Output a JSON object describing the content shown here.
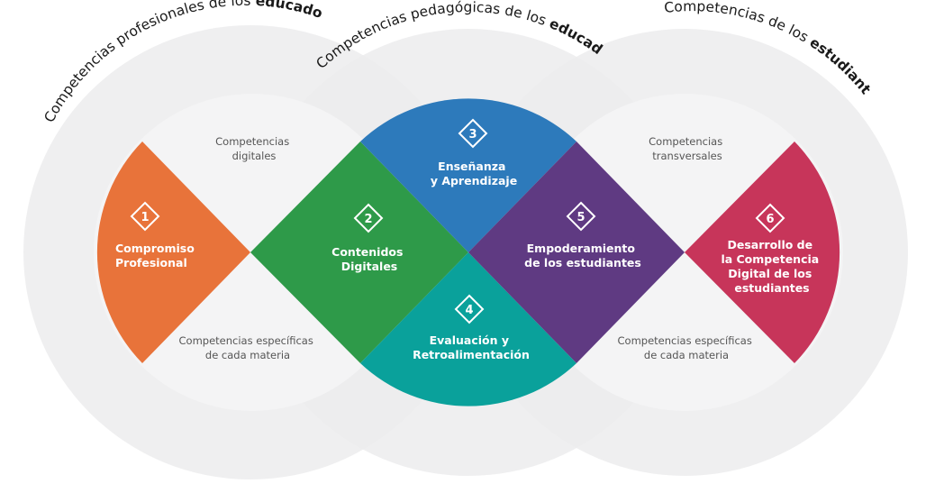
{
  "colors": {
    "outer_circle": "#ececed",
    "inner_circle": "#f4f4f5",
    "area_1": "#e8733a",
    "area_2": "#2e9a49",
    "area_3": "#2d7abb",
    "area_4": "#0aa19b",
    "area_5": "#5f3a82",
    "area_6": "#c7355a",
    "text_dark": "#1a1a1a",
    "text_grey": "#555555"
  },
  "headings": {
    "left": {
      "prefix": "Competencias profesionales de los ",
      "bold": "educadores"
    },
    "center": {
      "prefix": "Competencias pedagógicas de los ",
      "bold": "educadores"
    },
    "right": {
      "prefix": "Competencias de los ",
      "bold": "estudiantes"
    }
  },
  "grey_labels": {
    "digitales": [
      "Competencias",
      "digitales"
    ],
    "transversales": [
      "Competencias",
      "transversales"
    ],
    "especificas_left": [
      "Competencias específicas",
      "de cada materia"
    ],
    "especificas_right": [
      "Competencias específicas",
      "de cada materia"
    ]
  },
  "areas": [
    {
      "number": "1",
      "lines": [
        "Compromiso",
        "Profesional"
      ]
    },
    {
      "number": "2",
      "lines": [
        "Contenidos",
        "Digitales"
      ]
    },
    {
      "number": "3",
      "lines": [
        "Enseñanza",
        "y Aprendizaje"
      ]
    },
    {
      "number": "4",
      "lines": [
        "Evaluación y",
        "Retroalimentación"
      ]
    },
    {
      "number": "5",
      "lines": [
        "Empoderamiento",
        "de los estudiantes"
      ]
    },
    {
      "number": "6",
      "lines": [
        "Desarrollo de",
        "la Competencia",
        "Digital de los",
        "estudiantes"
      ]
    }
  ]
}
